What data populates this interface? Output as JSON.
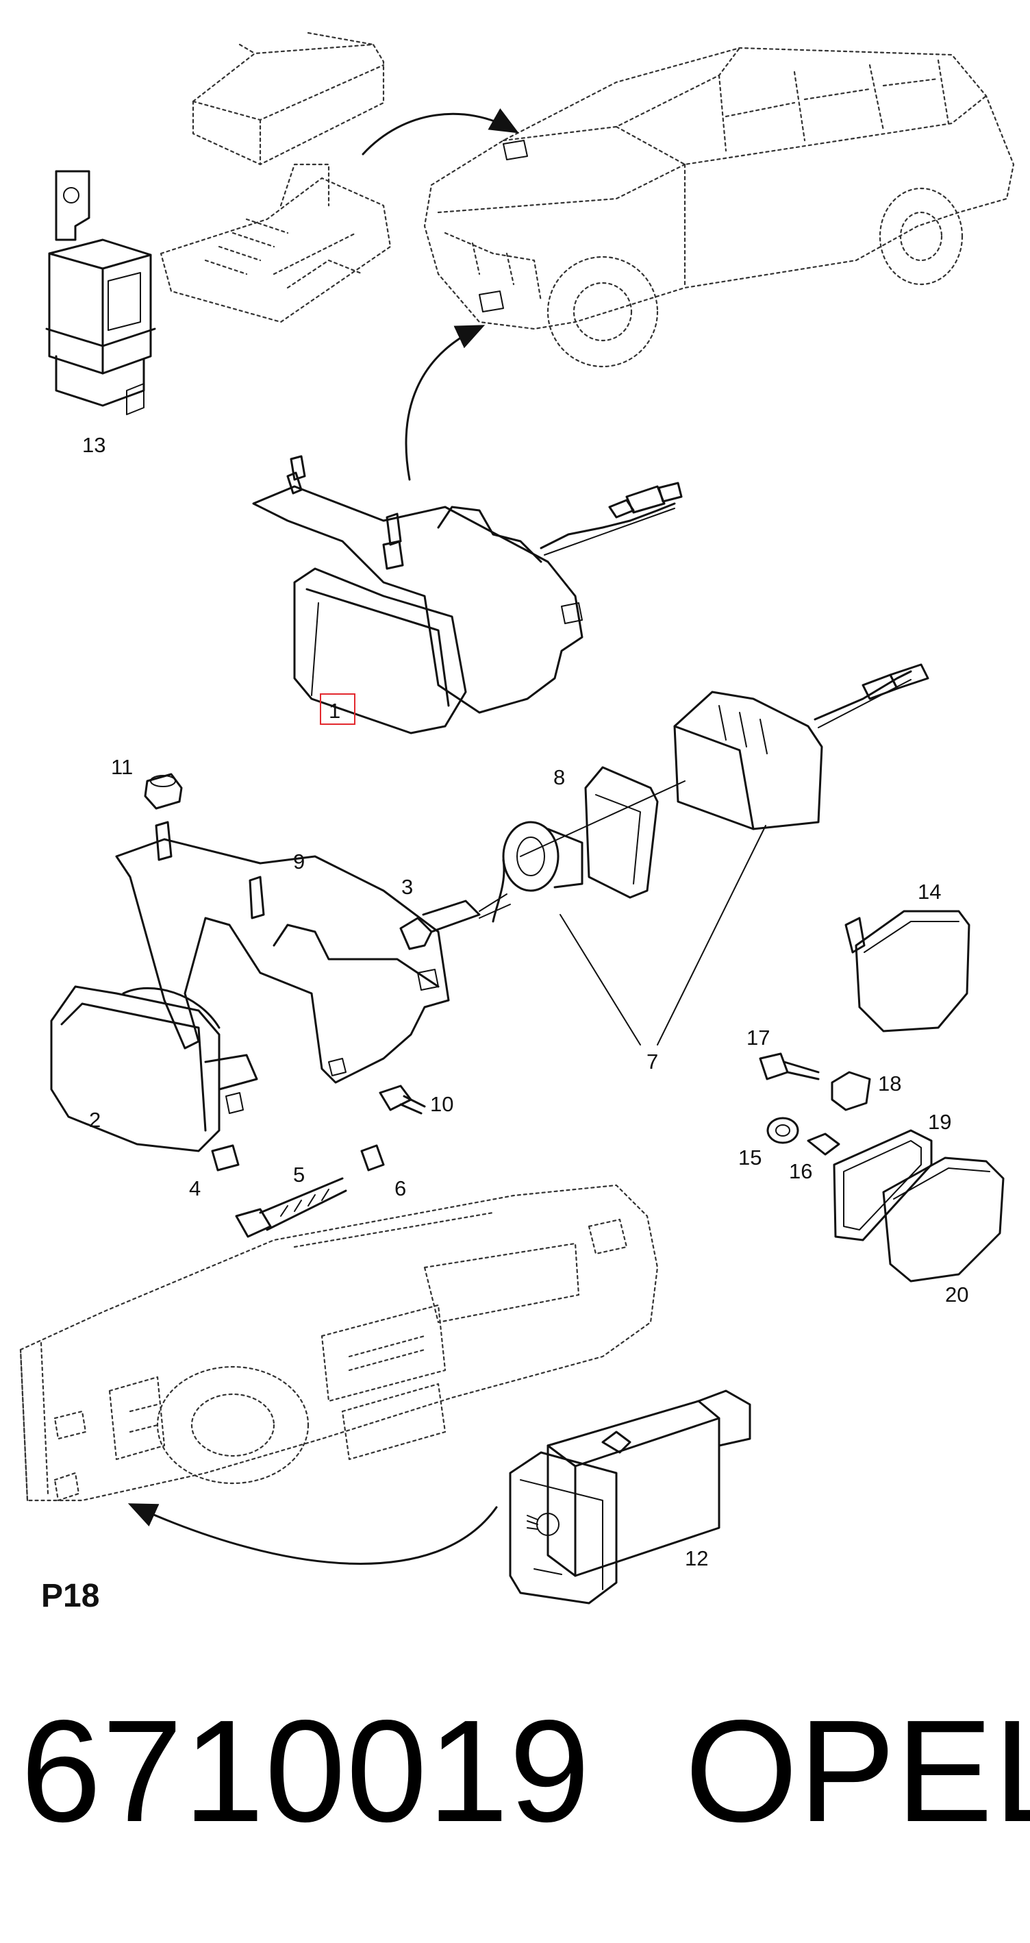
{
  "diagram": {
    "page_code": "P18",
    "callouts": [
      "1",
      "2",
      "3",
      "4",
      "5",
      "6",
      "7",
      "8",
      "9",
      "10",
      "11",
      "12",
      "13",
      "14",
      "15",
      "16",
      "17",
      "18",
      "19",
      "20"
    ],
    "highlighted_callout": "1",
    "highlight_color": "#e2282e"
  },
  "footer": {
    "part_number": "6710019",
    "brand": "OPEL"
  }
}
